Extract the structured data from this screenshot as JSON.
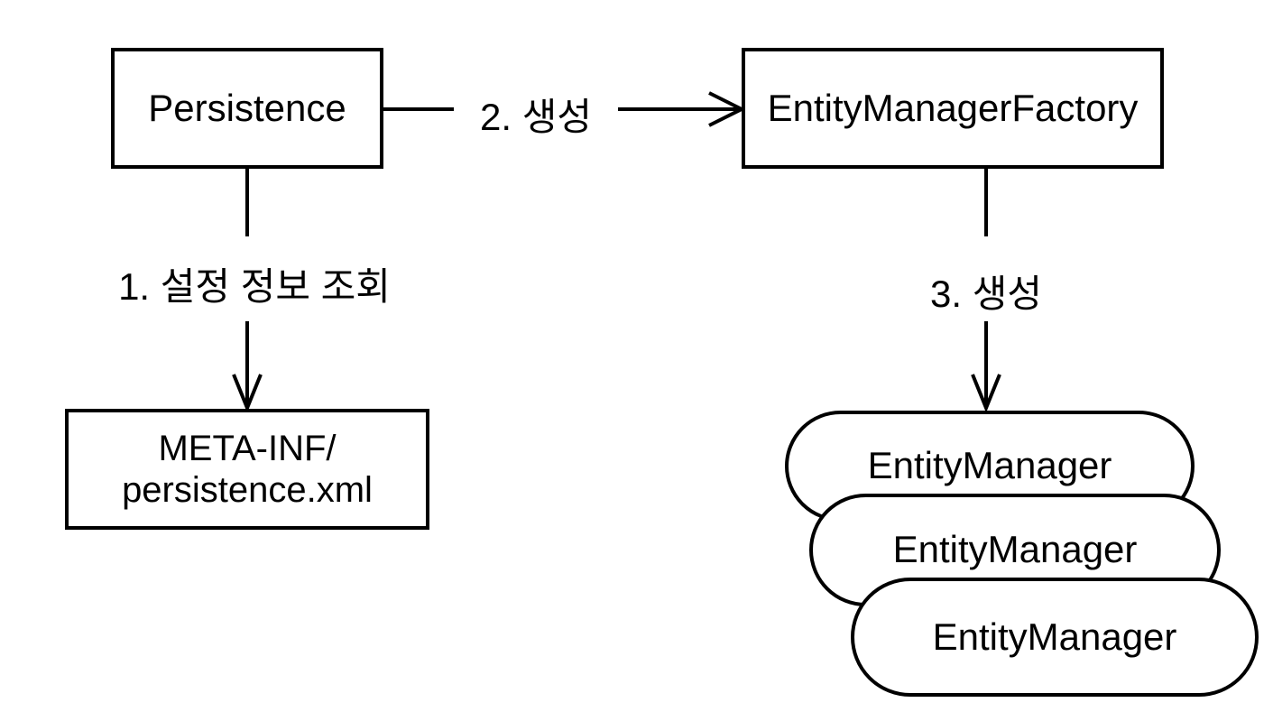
{
  "diagram": {
    "background_color": "#ffffff",
    "stroke_color": "#000000",
    "nodes": {
      "persistence": {
        "label": "Persistence"
      },
      "entity_manager_factory": {
        "label": "EntityManagerFactory"
      },
      "persistence_xml": {
        "label_line1": "META-INF/",
        "label_line2": "persistence.xml"
      },
      "entity_managers": [
        {
          "label": "EntityManager"
        },
        {
          "label": "EntityManager"
        },
        {
          "label": "EntityManager"
        }
      ]
    },
    "edges": {
      "step1": {
        "label": "1. 설정 정보 조회"
      },
      "step2": {
        "label": "2. 생성"
      },
      "step3": {
        "label": "3. 생성"
      }
    }
  }
}
